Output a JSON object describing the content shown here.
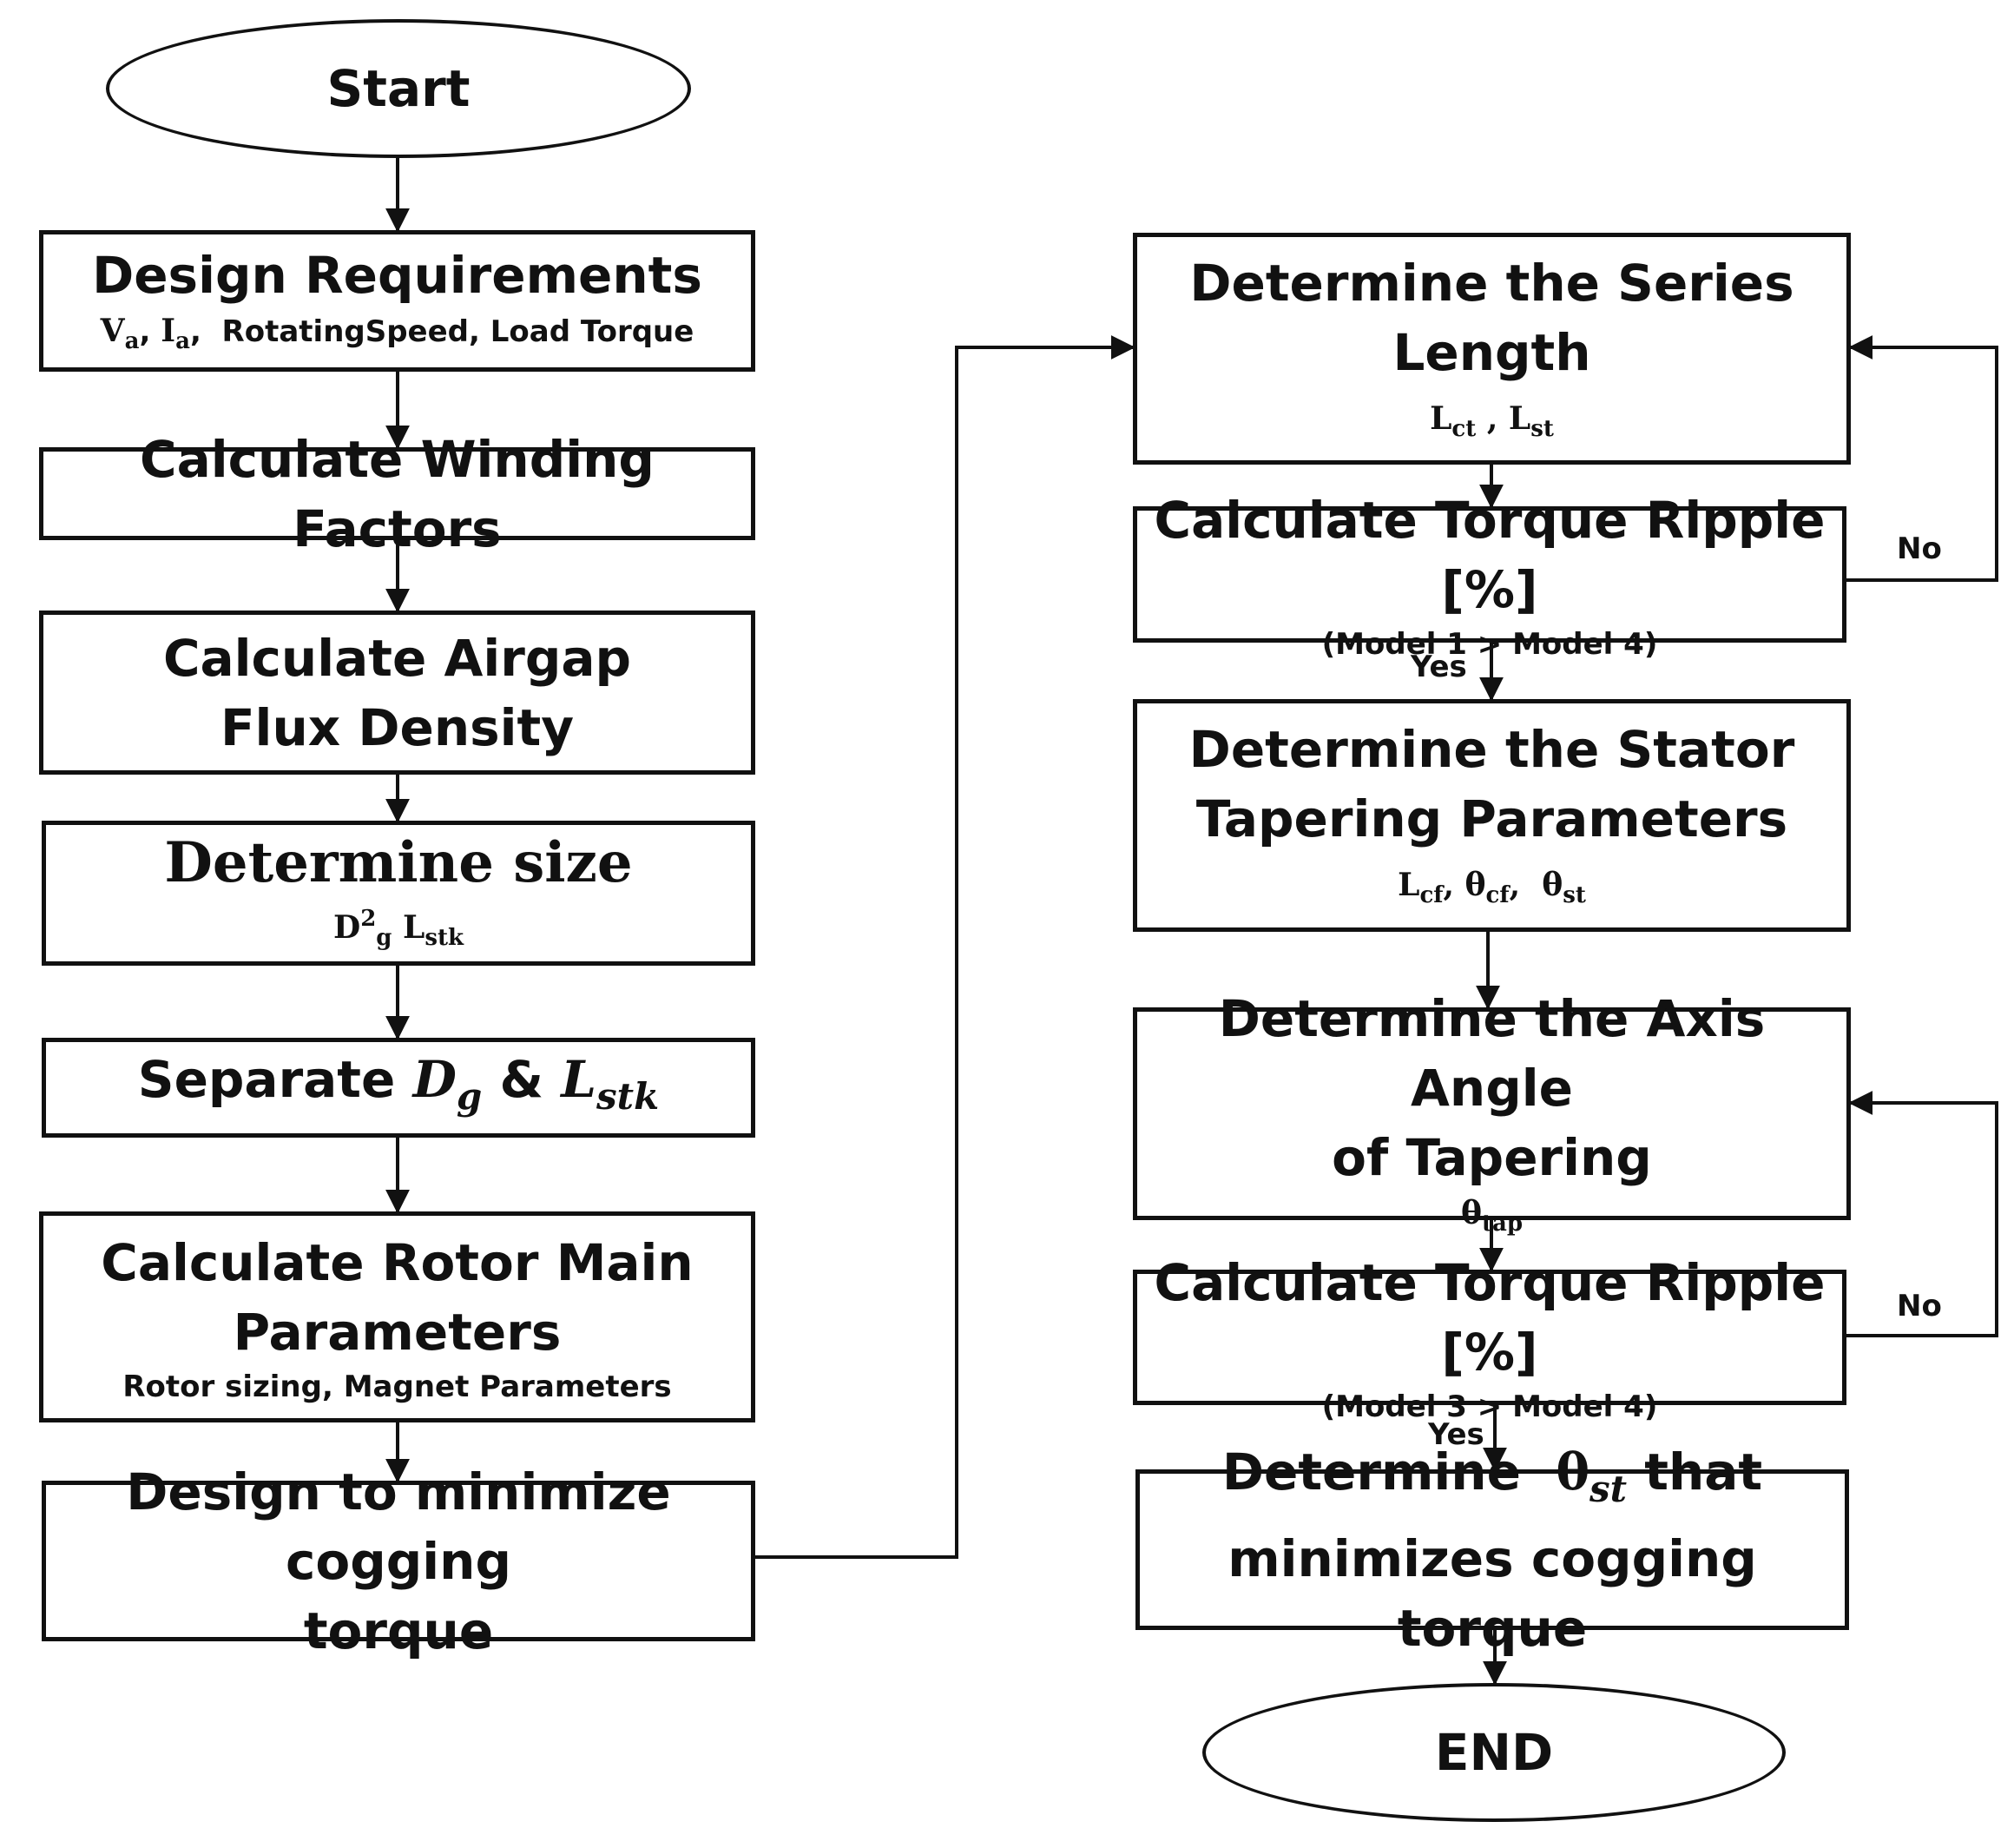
{
  "nodes": {
    "start": "Start",
    "design_req": {
      "title": "Design Requirements",
      "sub_rest": "RotatingSpeed, Load Torque"
    },
    "winding": "Calculate Winding Factors",
    "airgap": {
      "line1": "Calculate Airgap",
      "line2": "Flux Density"
    },
    "size": {
      "title": "Determine size"
    },
    "separate": {
      "prefix": "Separate",
      "amp": "&"
    },
    "rotor": {
      "line1": "Calculate Rotor Main",
      "line2": "Parameters",
      "sub": "Rotor sizing, Magnet Parameters"
    },
    "cogging": {
      "line1": "Design to minimize cogging",
      "line2": "torque"
    },
    "series": {
      "line1": "Determine the Series",
      "line2": "Length"
    },
    "ripple1": {
      "title": "Calculate Torque Ripple [%]",
      "sub": "(Model 1 > Model 4)"
    },
    "stator": {
      "line1": "Determine the Stator",
      "line2": "Tapering Parameters"
    },
    "axis": {
      "line1": "Determine the Axis Angle",
      "line2": "of Tapering"
    },
    "ripple2": {
      "title": "Calculate Torque Ripple [%]",
      "sub": "(Model 3 > Model 4)"
    },
    "theta_st": {
      "word1": "Determine",
      "word2": "that",
      "line2": "minimizes cogging torque"
    },
    "end": "END"
  },
  "edge_labels": {
    "no_1": "No",
    "yes_1": "Yes",
    "no_2": "No",
    "yes_2": "Yes"
  },
  "symbols": {
    "V": "V",
    "a": "a",
    "I": "I",
    "D": "D",
    "sq": "2",
    "g": "g",
    "L": "L",
    "stk": "stk",
    "ct": "ct",
    "st": "st",
    "cf": "cf",
    "theta": "θ",
    "tap": "tap",
    "comma": ",",
    "sep": ", "
  }
}
